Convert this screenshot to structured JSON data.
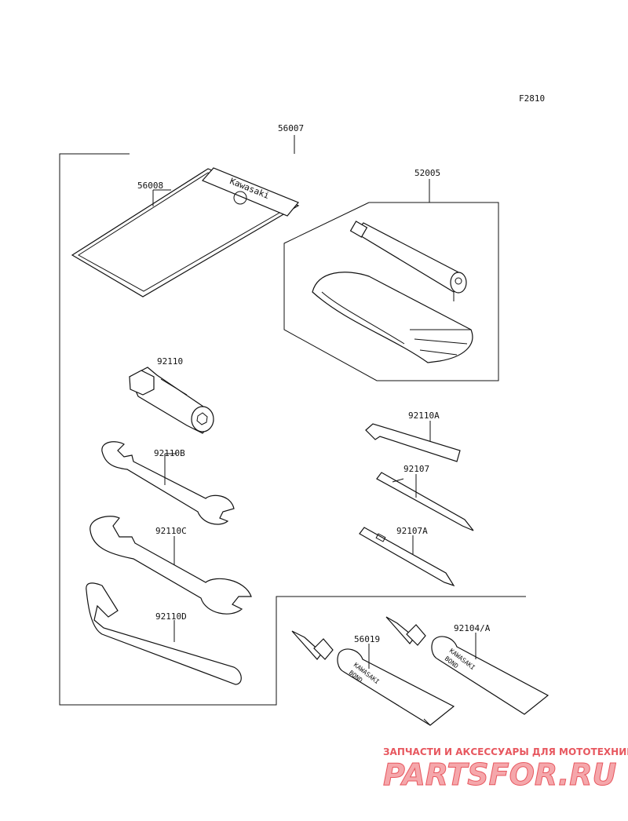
{
  "figure_code": "F2810",
  "parts": {
    "toolkit": "56007",
    "pouch": "56008",
    "pump_kit": "52005",
    "box_wrench": "92110",
    "hex_key": "92110A",
    "wrench_b": "92110B",
    "screwdriver": "92107",
    "wrench_c": "92110C",
    "screwdriver_a": "92107A",
    "spanner_d": "92110D",
    "bond_1": "56019",
    "bond_2": "92104/A"
  },
  "pouch_brand": "Kawasaki",
  "tube_brand": "KAWASAKI",
  "tube_product": "BOND",
  "watermark": {
    "tagline": "ЗАПЧАСТИ И АКСЕССУАРЫ ДЛЯ МОТОТЕХНИКИ",
    "logo": "PARTSFOR.RU",
    "color": "#e0202a"
  }
}
